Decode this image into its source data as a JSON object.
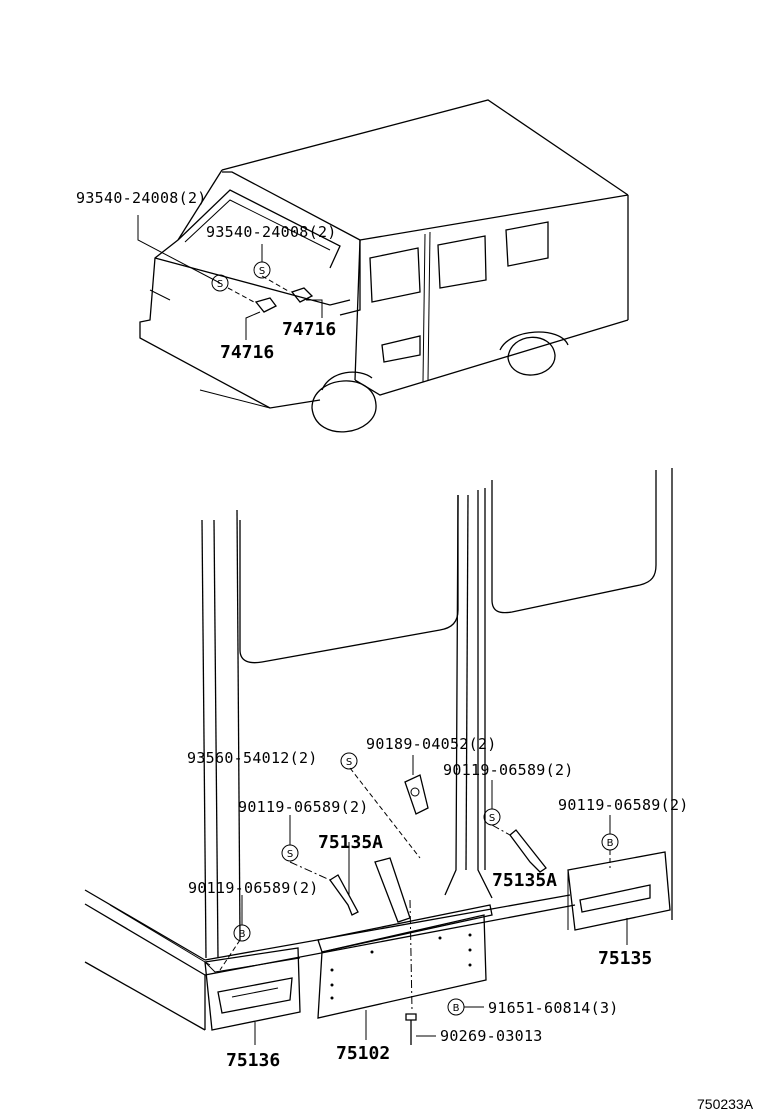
{
  "diagram": {
    "labels": {
      "p_93540_a": "93540-24008(2)",
      "p_93540_b": "93540-24008(2)",
      "p_74716_a": "74716",
      "p_74716_b": "74716",
      "p_93560": "93560-54012(2)",
      "p_90189": "90189-04052(2)",
      "p_90119_a": "90119-06589(2)",
      "p_90119_b": "90119-06589(2)",
      "p_90119_c": "90119-06589(2)",
      "p_90119_d": "90119-06589(2)",
      "p_75135A_a": "75135A",
      "p_75135A_b": "75135A",
      "p_75135": "75135",
      "p_91651": "91651-60814(3)",
      "p_90269": "90269-03013",
      "p_75136": "75136",
      "p_75102": "75102"
    },
    "symbols": {
      "screw": "S",
      "bolt": "B"
    },
    "figure_code": "750233A"
  }
}
